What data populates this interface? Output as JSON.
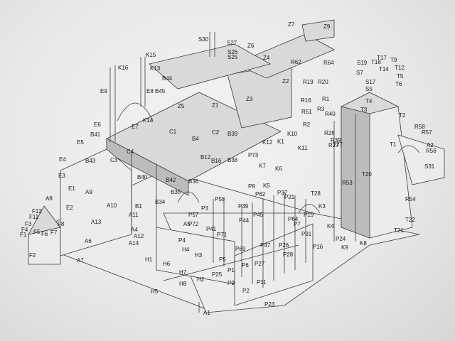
{
  "labels": {
    "A": [
      "A1",
      "A2",
      "A4",
      "A5",
      "A6",
      "A7",
      "A8",
      "A9",
      "A10",
      "A11",
      "A12",
      "A13",
      "A14"
    ],
    "B": [
      "B1",
      "B4",
      "B12",
      "B16",
      "B34",
      "B35",
      "B36",
      "B38",
      "B39",
      "B40",
      "B41",
      "B42",
      "B43",
      "B44",
      "B45"
    ],
    "C": [
      "C1",
      "C2",
      "C3",
      "C4"
    ],
    "E": [
      "E1",
      "E2",
      "E3",
      "E4",
      "E5",
      "E6",
      "E7",
      "E8",
      "E9"
    ],
    "F": [
      "F1",
      "F2",
      "F3",
      "F4",
      "F5",
      "F6",
      "F7",
      "F8",
      "F11",
      "F12"
    ],
    "H": [
      "H1",
      "H2",
      "H3",
      "H4",
      "H5",
      "H6",
      "H7",
      "H8"
    ],
    "K": [
      "K1",
      "K3",
      "K4",
      "K5",
      "K6",
      "K7",
      "K8",
      "K9",
      "K10",
      "K11",
      "K12",
      "K13",
      "K14",
      "K15",
      "K16"
    ],
    "P": [
      "P1",
      "P2",
      "P3",
      "P4",
      "P5",
      "P6",
      "P7",
      "P8",
      "P9",
      "P11",
      "P16",
      "P19",
      "P21",
      "P23",
      "P24",
      "P25",
      "P26",
      "P27",
      "P28",
      "P31",
      "P37",
      "P39",
      "P41",
      "P44",
      "P45",
      "P47",
      "P57",
      "P58",
      "P62",
      "P64",
      "P69",
      "P71",
      "P72",
      "P73"
    ],
    "R": [
      "R1",
      "R2",
      "R3",
      "R16",
      "R19",
      "R20",
      "R26",
      "R27",
      "R39",
      "R40",
      "R51",
      "R53",
      "R54",
      "R56",
      "R57",
      "R58",
      "R62",
      "R64"
    ],
    "S": [
      "S5",
      "S7",
      "S17",
      "S19",
      "S25",
      "S26",
      "S27",
      "S30",
      "S31"
    ],
    "T": [
      "T1",
      "T2",
      "T3",
      "T4",
      "T5",
      "T6",
      "T9",
      "T12",
      "T14",
      "T16",
      "T17",
      "T20",
      "T21",
      "T22",
      "T27",
      "T28"
    ],
    "Z": [
      "Z1",
      "Z2",
      "Z3",
      "Z4",
      "Z5",
      "Z6",
      "Z7",
      "Z9"
    ]
  }
}
